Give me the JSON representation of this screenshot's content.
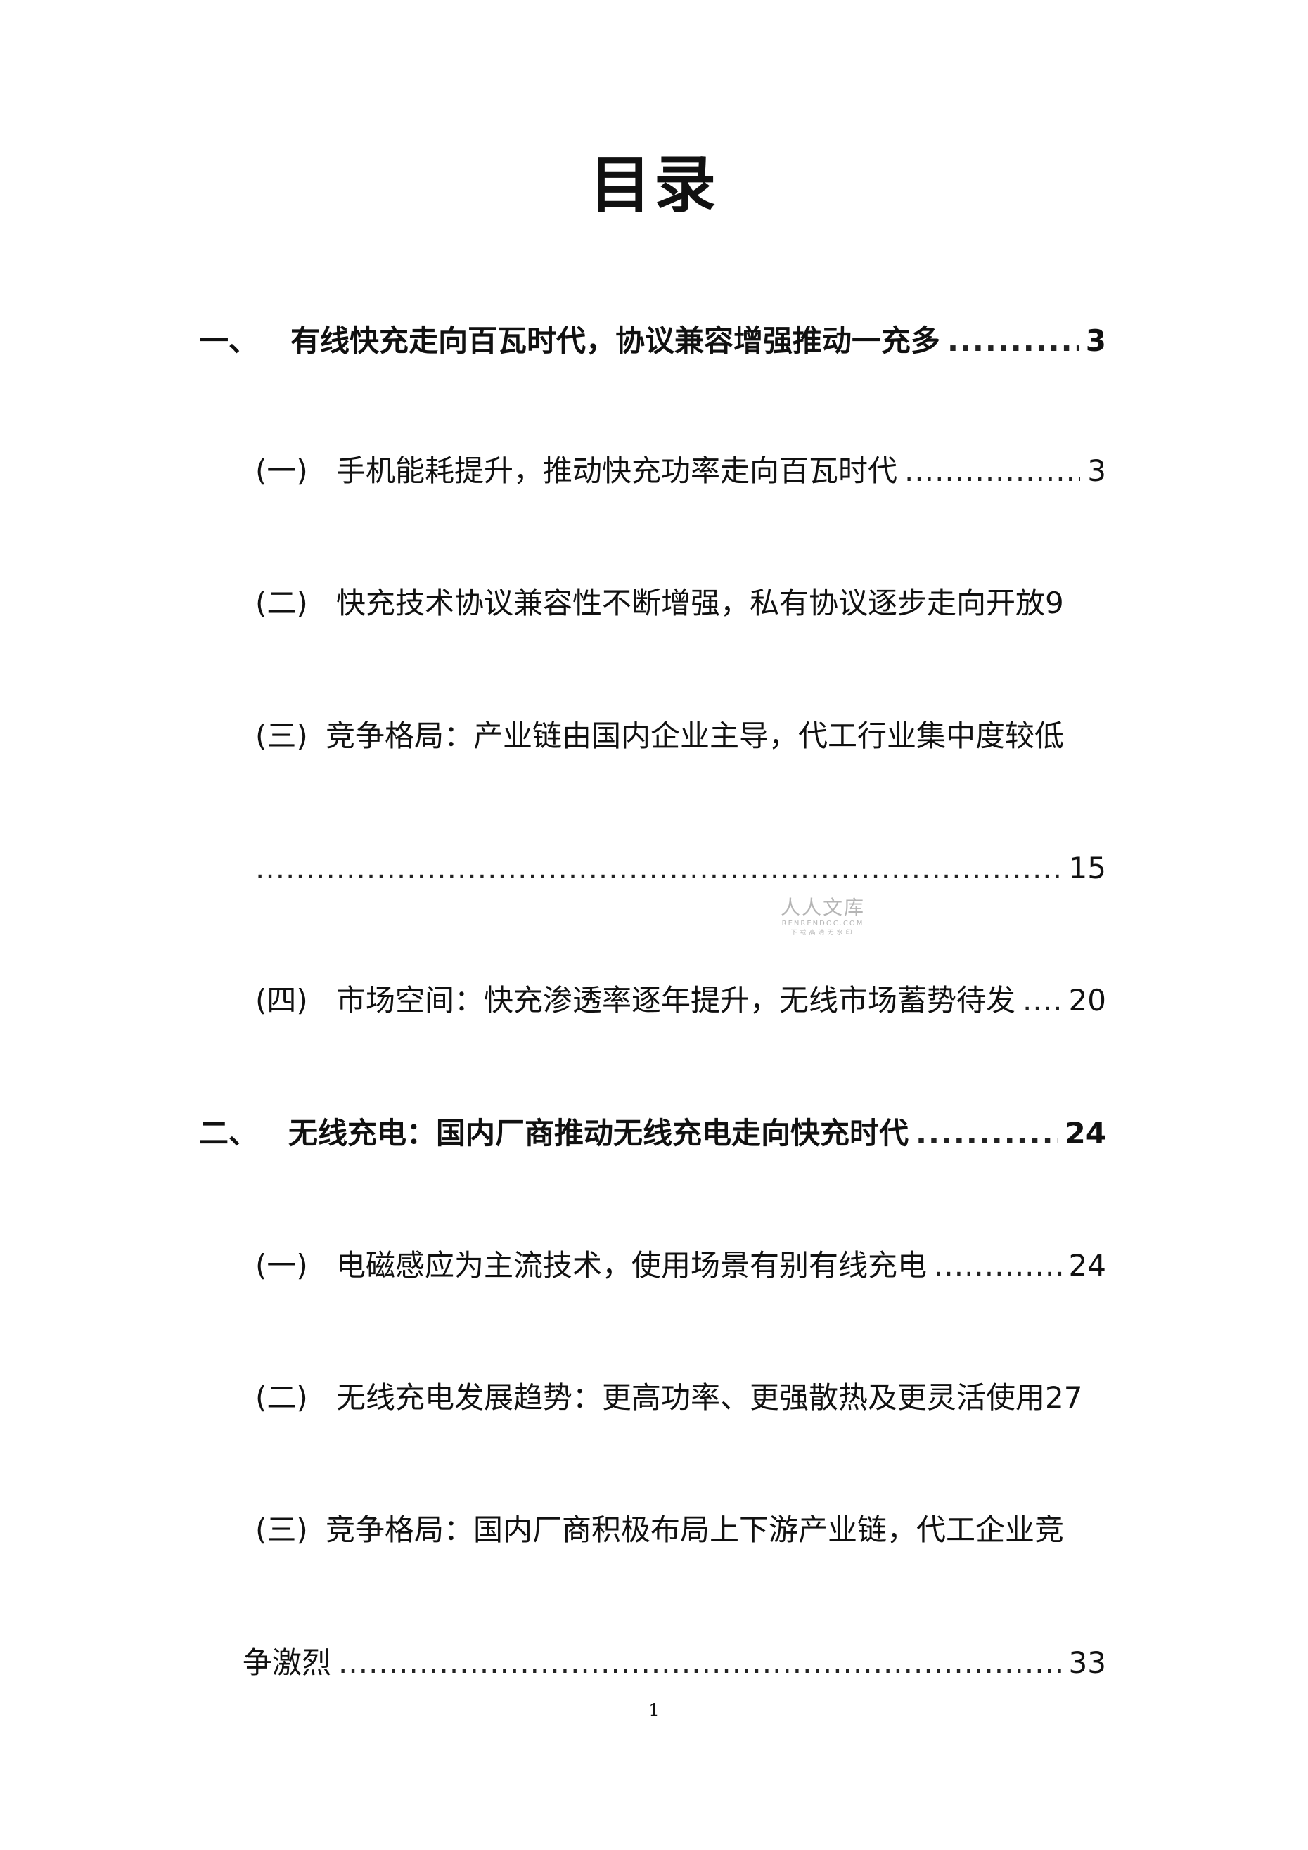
{
  "title": "目录",
  "toc": {
    "e1": {
      "marker": "一、",
      "text": "有线快充走向百瓦时代，协议兼容增强推动一充多",
      "page": "3"
    },
    "e2": {
      "marker": "(一)",
      "text": "手机能耗提升，推动快充功率走向百瓦时代",
      "page": "3"
    },
    "e3": {
      "marker": "(二)",
      "text": "快充技术协议兼容性不断增强，私有协议逐步走向开放",
      "page": "9"
    },
    "e4": {
      "marker": "(三)",
      "text": "竞争格局：产业链由国内企业主导，代工行业集中度较低",
      "page": "15"
    },
    "e5": {
      "marker": "(四)",
      "text": "市场空间：快充渗透率逐年提升，无线市场蓄势待发",
      "page": "20"
    },
    "e6": {
      "marker": "二、",
      "text": "无线充电：国内厂商推动无线充电走向快充时代",
      "page": "24"
    },
    "e7": {
      "marker": "(一)",
      "text": "电磁感应为主流技术，使用场景有别有线充电",
      "page": "24"
    },
    "e8": {
      "marker": "(二)",
      "text": "无线充电发展趋势：更高功率、更强散热及更灵活使用",
      "page": "27"
    },
    "e9": {
      "marker": "(三)",
      "text": "竞争格局：国内厂商积极布局上下游产业链，代工企业竞",
      "text_cont": "争激烈",
      "page": "33"
    }
  },
  "watermark": {
    "main": "人人文库",
    "url": "RENRENDOC.COM",
    "sub": "下载高清无水印"
  },
  "footer": {
    "page_number": "1"
  }
}
